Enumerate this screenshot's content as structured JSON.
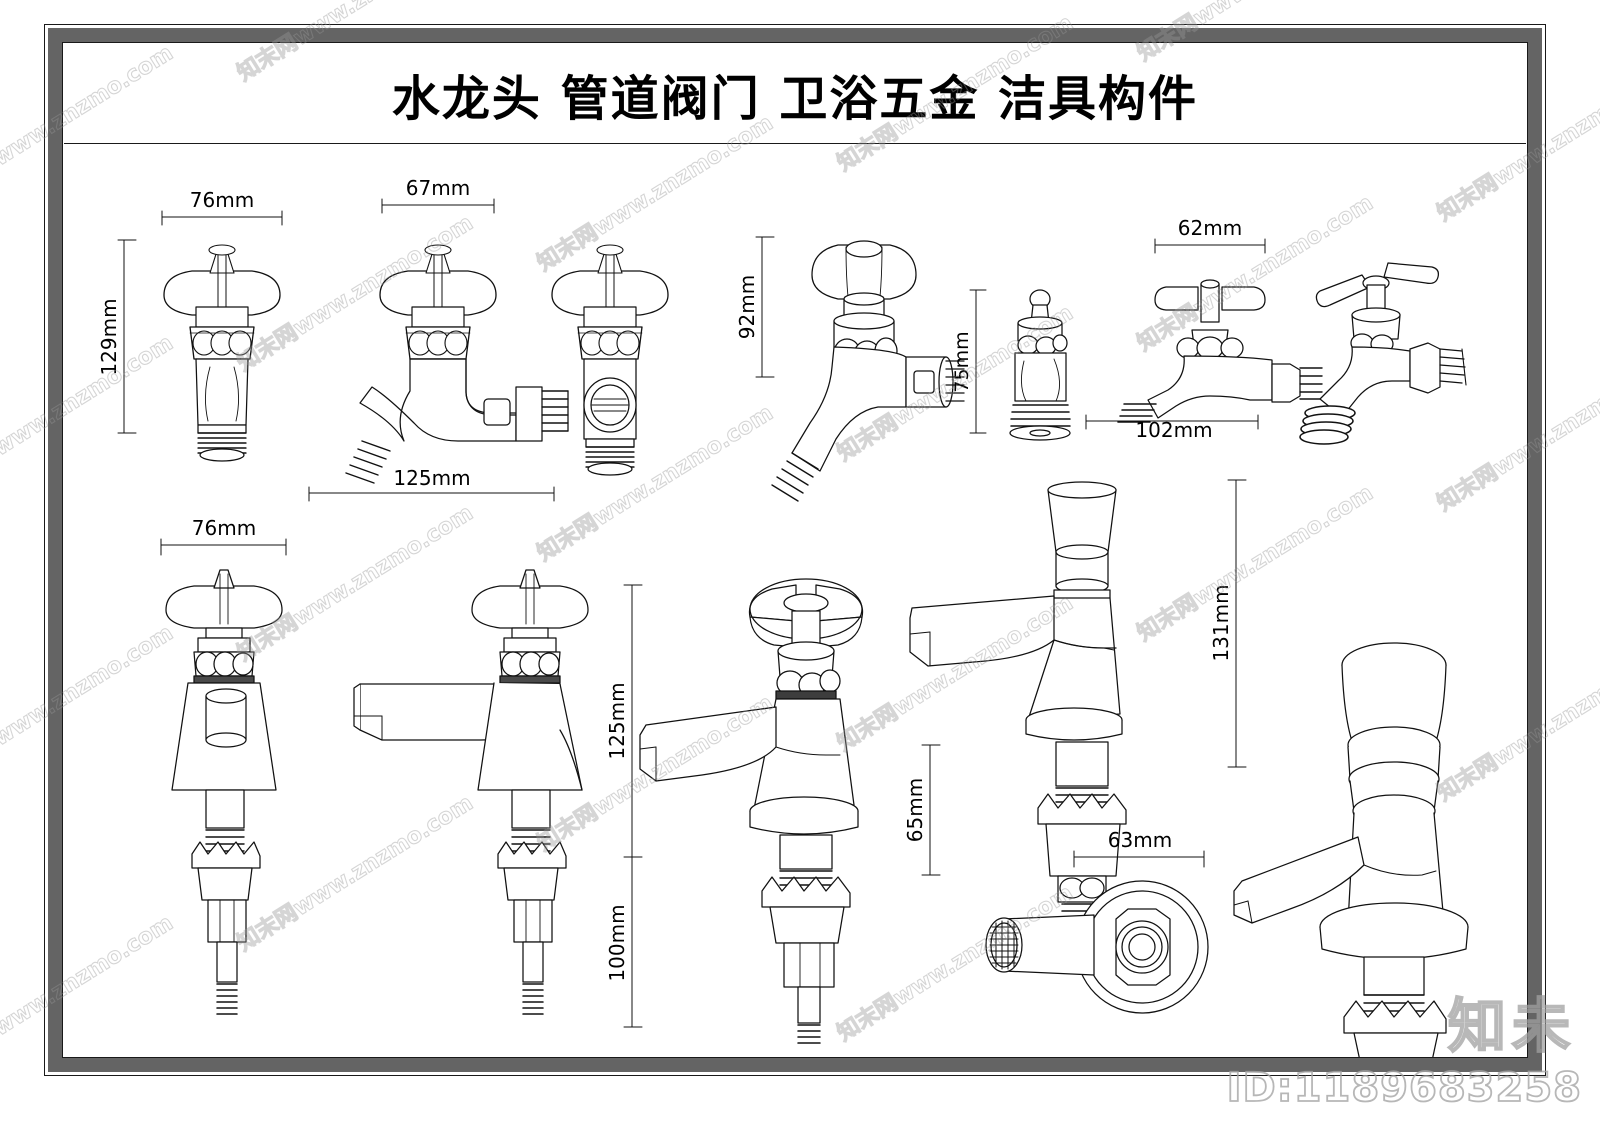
{
  "document": {
    "title": "水龙头 管道阀门 卫浴五金 洁具构件",
    "type": "CAD technical drawing sheet",
    "border_color": "#646464",
    "line_color": "#1a1a1a",
    "background": "#ffffff"
  },
  "watermark": {
    "tile_text": "知末网www.znzmo.com",
    "brand": "知未",
    "id_label": "ID:1189683258",
    "color": "#a0a0a0"
  },
  "dimensions": {
    "row1": [
      {
        "id": "d-76-top",
        "value": "76mm",
        "orientation": "horizontal",
        "part": "bibcock-vertical-1"
      },
      {
        "id": "d-129",
        "value": "129mm",
        "orientation": "vertical",
        "part": "bibcock-vertical-1"
      },
      {
        "id": "d-67",
        "value": "67mm",
        "orientation": "horizontal",
        "part": "wall-bibcock-2"
      },
      {
        "id": "d-125-row1",
        "value": "125mm",
        "orientation": "horizontal",
        "part": "wall-bibcock-2"
      },
      {
        "id": "d-92",
        "value": "92mm",
        "orientation": "vertical",
        "part": "angle-valve-3"
      },
      {
        "id": "d-75",
        "value": "75mm",
        "orientation": "vertical",
        "part": "cartridge-valve-5"
      },
      {
        "id": "d-62",
        "value": "62mm",
        "orientation": "horizontal",
        "part": "cross-handle-bibcock-6"
      },
      {
        "id": "d-102",
        "value": "102mm",
        "orientation": "horizontal",
        "part": "cross-handle-bibcock-6"
      }
    ],
    "row2": [
      {
        "id": "d-76-bottom",
        "value": "76mm",
        "orientation": "horizontal",
        "part": "basin-tap-1"
      },
      {
        "id": "d-125-row2",
        "value": "125mm",
        "orientation": "vertical",
        "part": "basin-tap-2"
      },
      {
        "id": "d-100",
        "value": "100mm",
        "orientation": "vertical",
        "part": "basin-tap-2"
      },
      {
        "id": "d-131",
        "value": "131mm",
        "orientation": "vertical",
        "part": "dome-handle-tap-5"
      },
      {
        "id": "d-65",
        "value": "65mm",
        "orientation": "vertical",
        "part": "dome-handle-tap-5"
      },
      {
        "id": "d-63",
        "value": "63mm",
        "orientation": "horizontal",
        "part": "spout-top-view-7"
      }
    ]
  },
  "parts": {
    "row1": [
      {
        "name": "bibcock-vertical-1",
        "label": "Vertical bibcock with cross handle"
      },
      {
        "name": "wall-bibcock-2",
        "label": "Wall mounted bibcock, side outlet"
      },
      {
        "name": "angle-valve-3",
        "label": "Inline angle valve with sight port"
      },
      {
        "name": "bibcock-iso-4",
        "label": "Bibcock isometric view"
      },
      {
        "name": "cartridge-valve-5",
        "label": "Small cartridge valve"
      },
      {
        "name": "cross-handle-bibcock-6",
        "label": "Cross handle bibcock with hex nut"
      },
      {
        "name": "bibcock-iso-7",
        "label": "Bibcock isometric with hose thread"
      }
    ],
    "row2": [
      {
        "name": "basin-tap-1",
        "label": "Basin pillar tap front view"
      },
      {
        "name": "basin-tap-2",
        "label": "Basin pillar tap side view"
      },
      {
        "name": "basin-tap-iso-3",
        "label": "Basin tap isometric, star handle"
      },
      {
        "name": "dome-handle-tap-5",
        "label": "Dome handle basin tap side view"
      },
      {
        "name": "spout-top-view-7",
        "label": "Spout top view with aerator"
      },
      {
        "name": "dome-handle-tap-iso-8",
        "label": "Dome handle tap isometric"
      }
    ]
  }
}
